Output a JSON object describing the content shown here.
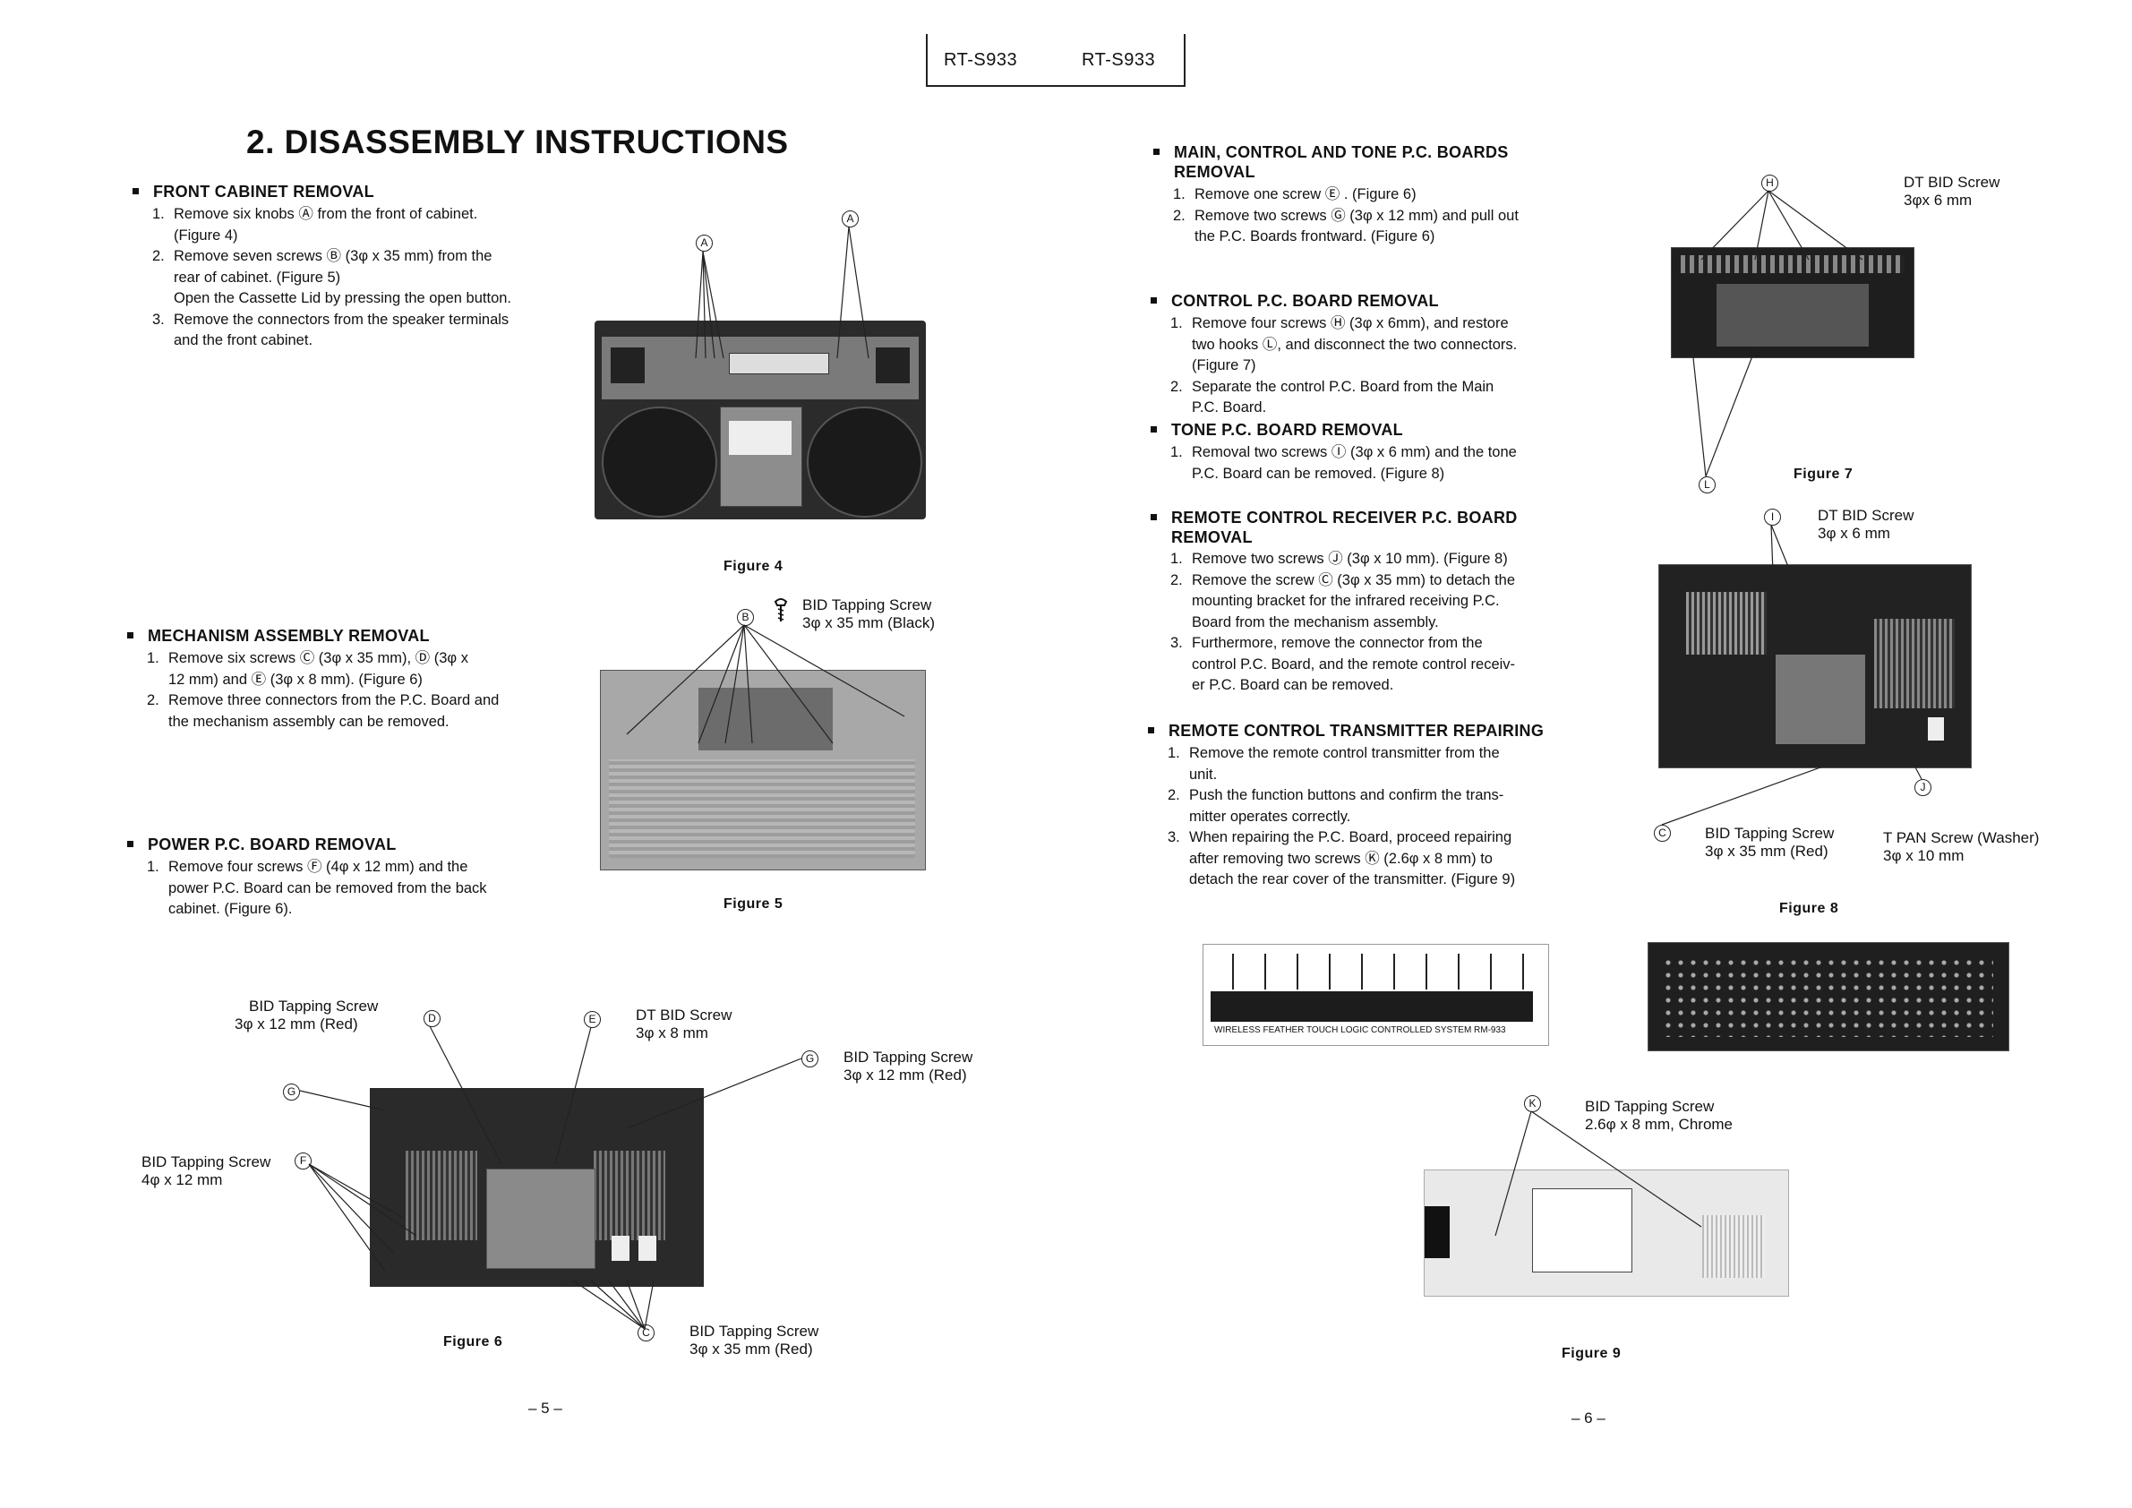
{
  "header": {
    "model_left": "RT-S933",
    "model_right": "RT-S933"
  },
  "title": "2. DISASSEMBLY INSTRUCTIONS",
  "left": {
    "front": {
      "title": "FRONT CABINET REMOVAL",
      "s1a": "1.",
      "s1": "Remove six knobs Ⓐ from the front of cabinet.",
      "s1b": "(Figure 4)",
      "s2a": "2.",
      "s2": "Remove seven screws Ⓑ (3φ x 35 mm) from the",
      "s2b": "rear of cabinet. (Figure 5)",
      "s2c": "Open the Cassette Lid by pressing the open button.",
      "s3a": "3.",
      "s3": "Remove the connectors from the speaker terminals",
      "s3b": "and the front cabinet."
    },
    "mech": {
      "title": "MECHANISM ASSEMBLY REMOVAL",
      "s1a": "1.",
      "s1": "Remove six screws Ⓒ (3φ x 35 mm), Ⓓ (3φ x",
      "s1b": "12 mm) and Ⓔ (3φ x 8 mm). (Figure 6)",
      "s2a": "2.",
      "s2": "Remove three connectors from the P.C. Board and",
      "s2b": "the mechanism assembly can be removed."
    },
    "power": {
      "title": "POWER P.C. BOARD REMOVAL",
      "s1a": "1.",
      "s1": "Remove four screws Ⓕ (4φ x 12 mm) and the",
      "s1b": "power P.C. Board can be removed from the back",
      "s1c": "cabinet. (Figure 6)."
    },
    "fig4": {
      "caption": "Figure 4",
      "a": "A"
    },
    "fig5": {
      "caption": "Figure 5",
      "b": "B",
      "screw1": "BID Tapping Screw",
      "screw2": "3φ x 35 mm (Black)"
    },
    "fig6": {
      "caption": "Figure 6",
      "d_1": "BID Tapping Screw",
      "d_2": "3φ x 12 mm (Red)",
      "d": "D",
      "e": "E",
      "e_1": "DT BID Screw",
      "e_2": "3φ x 8 mm",
      "g": "G",
      "g_1": "BID Tapping Screw",
      "g_2": "3φ x 12 mm (Red)",
      "f_1": "BID Tapping Screw",
      "f": "F",
      "f_2": "4φ x 12 mm",
      "c": "C",
      "c_1": "BID Tapping Screw",
      "c_2": "3φ x 35 mm (Red)"
    },
    "page": "– 5 –"
  },
  "right": {
    "main": {
      "title1": "MAIN, CONTROL AND TONE P.C. BOARDS",
      "title2": "REMOVAL",
      "s1a": "1.",
      "s1": "Remove one screw Ⓔ . (Figure 6)",
      "s2a": "2.",
      "s2": "Remove two screws Ⓖ (3φ x 12 mm) and pull out",
      "s2b": "the P.C. Boards frontward. (Figure 6)"
    },
    "control": {
      "title": "CONTROL P.C. BOARD REMOVAL",
      "s1a": "1.",
      "s1": "Remove four screws Ⓗ (3φ x 6mm), and restore",
      "s1b": "two hooks Ⓛ, and disconnect the two connectors.",
      "s1c": "(Figure 7)",
      "s2a": "2.",
      "s2": "Separate the control P.C. Board from the Main",
      "s2b": "P.C. Board."
    },
    "tone": {
      "title": "TONE P.C. BOARD REMOVAL",
      "s1a": "1.",
      "s1": "Removal two screws Ⓘ (3φ x 6 mm) and the tone",
      "s1b": "P.C. Board can be removed. (Figure 8)"
    },
    "receiver": {
      "title1": "REMOTE CONTROL RECEIVER P.C. BOARD",
      "title2": "REMOVAL",
      "s1a": "1.",
      "s1": "Remove two screws Ⓙ (3φ x 10 mm). (Figure 8)",
      "s2a": "2.",
      "s2": "Remove the screw Ⓒ (3φ x 35 mm) to detach the",
      "s2b": "mounting bracket for the infrared receiving P.C.",
      "s2c": "Board from the mechanism assembly.",
      "s3a": "3.",
      "s3": "Furthermore, remove the connector from the",
      "s3b": "control P.C. Board, and the remote control receiv-",
      "s3c": "er P.C. Board can be removed."
    },
    "transmitter": {
      "title": "REMOTE CONTROL TRANSMITTER REPAIRING",
      "s1a": "1.",
      "s1": "Remove the remote control transmitter from the",
      "s1b": "unit.",
      "s2a": "2.",
      "s2": "Push the function buttons and confirm the trans-",
      "s2b": "mitter operates correctly.",
      "s3a": "3.",
      "s3": "When repairing the P.C. Board, proceed repairing",
      "s3b": "after removing two screws Ⓚ (2.6φ x 8 mm) to",
      "s3c": "detach the rear cover of the transmitter. (Figure 9)"
    },
    "fig7": {
      "caption": "Figure 7",
      "h": "H",
      "h_1": "DT BID Screw",
      "h_2": "3φx 6 mm",
      "l": "L"
    },
    "fig8": {
      "caption": "Figure 8",
      "i": "I",
      "i_1": "DT BID Screw",
      "i_2": "3φ x 6 mm",
      "j": "J",
      "c": "C",
      "c_1": "BID Tapping Screw",
      "c_2": "3φ x 35 mm (Red)",
      "j_1": "T PAN Screw (Washer)",
      "j_2": "3φ x 10 mm"
    },
    "remote": {
      "strip": "WIRELESS FEATHER TOUCH LOGIC CONTROLLED SYSTEM RM-933"
    },
    "fig9": {
      "caption": "Figure 9",
      "k": "K",
      "k_1": "BID Tapping Screw",
      "k_2": "2.6φ x 8 mm, Chrome"
    },
    "page": "– 6 –"
  }
}
